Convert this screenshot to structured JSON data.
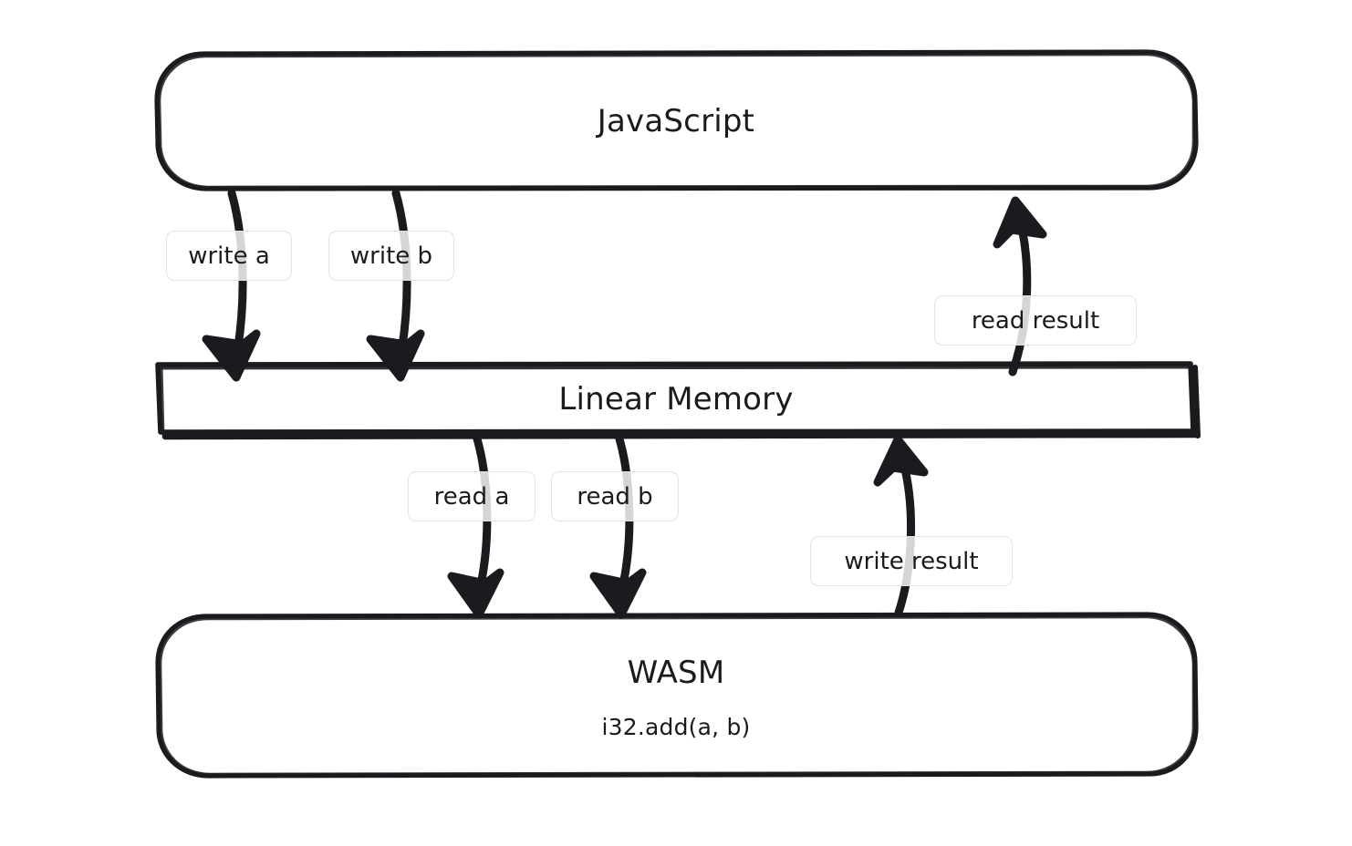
{
  "diagram": {
    "title": "JavaScript / WASM Linear Memory data flow",
    "background_color": "#ffffff",
    "stroke_color": "#1b1b1f",
    "label_border_color": "#e3e3e3",
    "label_fill_color": "#ffffff"
  },
  "nodes": {
    "javascript": {
      "label": "JavaScript",
      "shape": "rounded-rectangle"
    },
    "linear_memory": {
      "label": "Linear Memory",
      "shape": "rectangle"
    },
    "wasm": {
      "label": "WASM",
      "sublabel": "i32.add(a, b)",
      "shape": "rounded-rectangle"
    }
  },
  "edges": [
    {
      "id": "write-a",
      "label": "write a",
      "from": "javascript",
      "to": "linear_memory",
      "direction": "down"
    },
    {
      "id": "write-b",
      "label": "write b",
      "from": "javascript",
      "to": "linear_memory",
      "direction": "down"
    },
    {
      "id": "read-result",
      "label": "read result",
      "from": "linear_memory",
      "to": "javascript",
      "direction": "up"
    },
    {
      "id": "read-a",
      "label": "read a",
      "from": "linear_memory",
      "to": "wasm",
      "direction": "down"
    },
    {
      "id": "read-b",
      "label": "read b",
      "from": "linear_memory",
      "to": "wasm",
      "direction": "down"
    },
    {
      "id": "write-result",
      "label": "write result",
      "from": "wasm",
      "to": "linear_memory",
      "direction": "up"
    }
  ]
}
